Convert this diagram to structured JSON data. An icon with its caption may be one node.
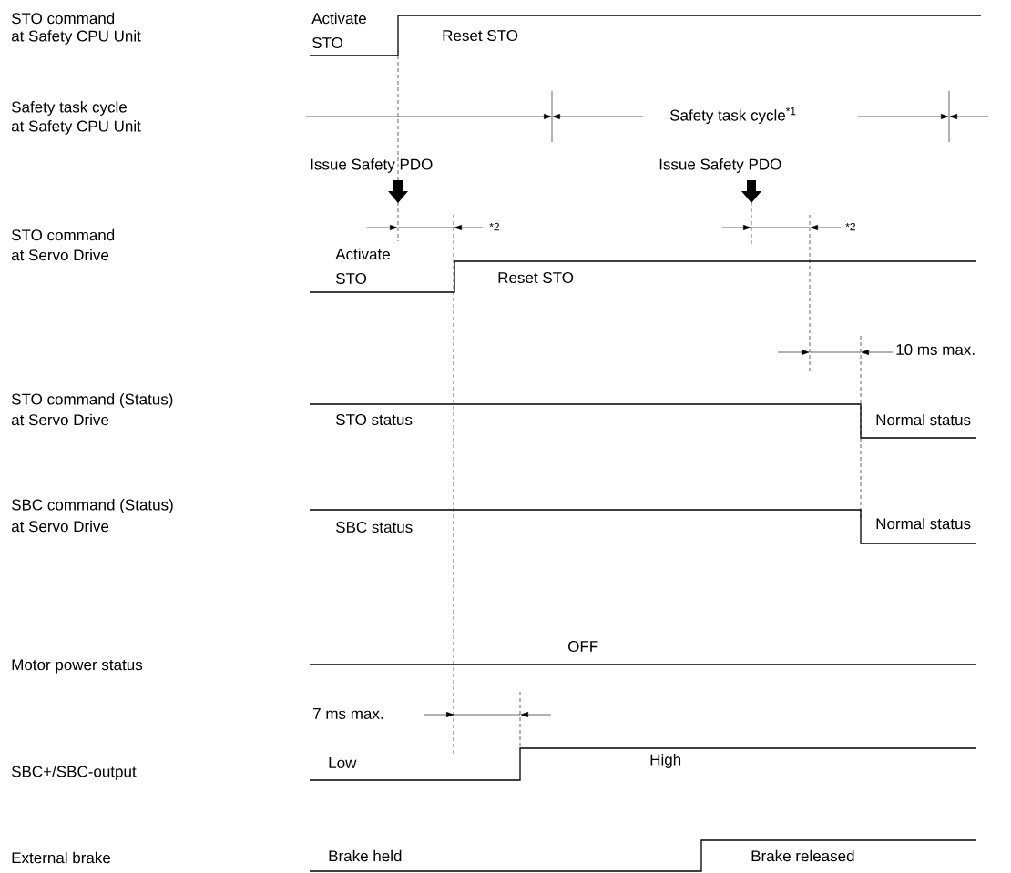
{
  "diagram": {
    "labels": [
      "STO command",
      "at Safety CPU Unit",
      "Activate",
      "STO",
      "Reset STO",
      "Safety task cycle",
      "at Safety CPU Unit",
      "Safety task cycle$^{*1}$",
      "Issue Safety PDO",
      "Issue Safety PDO",
      "*2",
      "*2",
      "STO command",
      "at Servo Drive",
      "Activate",
      "STO",
      "Reset STO",
      "10 ms max.",
      "STO command (Status)",
      "at Servo Drive",
      "STO status",
      "Normal status",
      "SBC command (Status)",
      "at Servo Drive",
      "SBC status",
      "Normal status",
      "Motor power status",
      "OFF",
      "7 ms max.",
      "SBC+/SBC-output",
      "Low",
      "High",
      "External  brake",
      "Brake held",
      "Brake released"
    ]
  }
}
